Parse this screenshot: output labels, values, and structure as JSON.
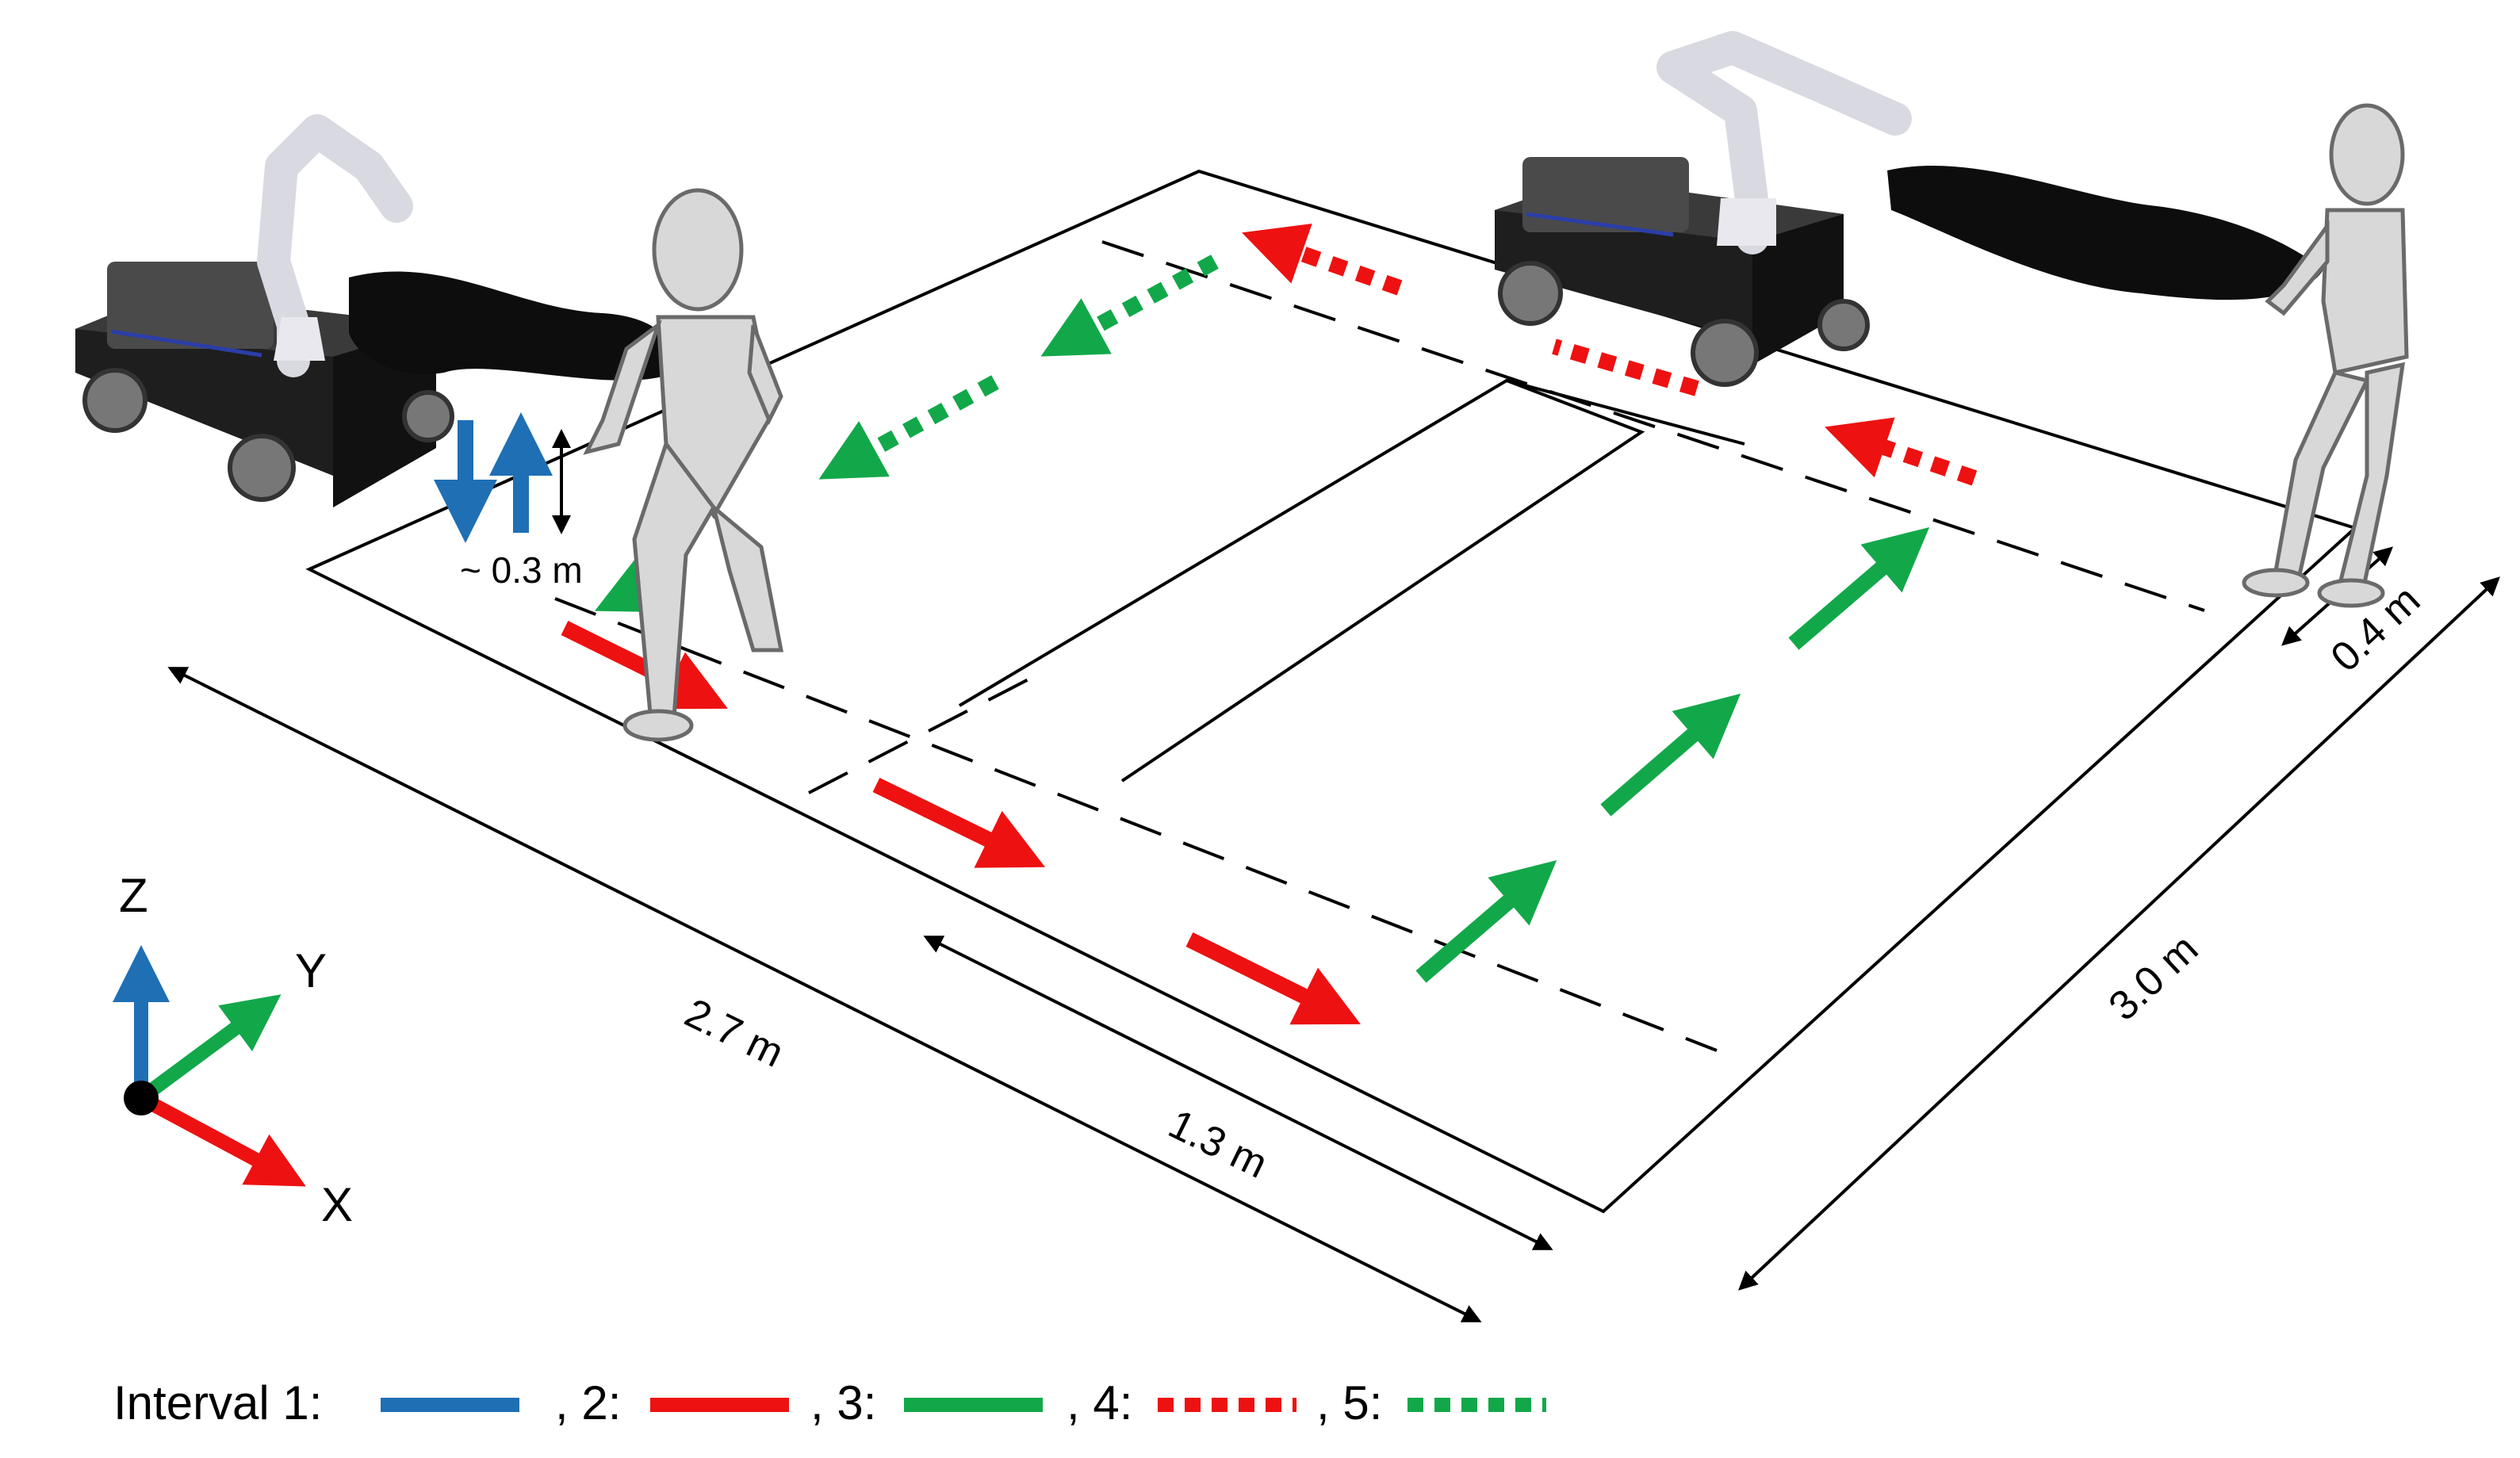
{
  "measurements": {
    "lift_height": "~ 0.3 m",
    "width_full": "3.0 m",
    "width_inner": "0.4 m",
    "length_full": "2.7 m",
    "length_inner": "1.3 m"
  },
  "axes": {
    "z": "Z",
    "y": "Y",
    "x": "X"
  },
  "legend": {
    "intervals": [
      {
        "label": "Interval 1:",
        "color": "#1f6fb5",
        "style": "solid"
      },
      {
        "label": ", 2:",
        "color": "#ee1111",
        "style": "solid"
      },
      {
        "label": ", 3:",
        "color": "#12a84a",
        "style": "solid"
      },
      {
        "label": ", 4:",
        "color": "#ee1111",
        "style": "dotted"
      },
      {
        "label": ", 5:",
        "color": "#12a84a",
        "style": "dotted"
      }
    ]
  },
  "colors": {
    "blue": "#1f6fb5",
    "red": "#ee1111",
    "green": "#12a84a",
    "robot": "#2b2b2b",
    "human": "#d8d8d8"
  }
}
